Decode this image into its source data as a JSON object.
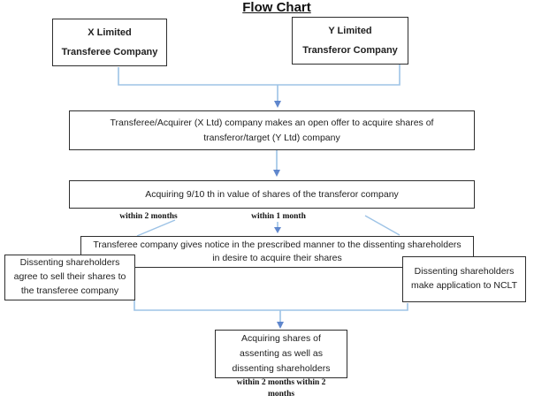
{
  "title": "Flow Chart",
  "colors": {
    "connector_line": "#9dc3e6",
    "arrowhead": "#4472c4",
    "box_border": "#2e2e2e",
    "text": "#212121"
  },
  "nodes": {
    "transferee": {
      "line1": "X Limited",
      "line2": "Transferee Company"
    },
    "transferor": {
      "line1": "Y Limited",
      "line2": "Transferor Company"
    },
    "offer": {
      "line1": "Transferee/Acquirer (X Ltd) company makes an open offer to acquire shares of",
      "line2": "transferor/target (Y Ltd) company"
    },
    "acquiring": {
      "line1": "Acquiring 9/10 th in value of shares of the transferor company"
    },
    "notice": {
      "line1": "Transferee company gives notice in the prescribed manner to the dissenting shareholders",
      "line2": "in desire to acquire their shares"
    },
    "agree": {
      "line1": "Dissenting shareholders",
      "line2": "agree to sell their shares to",
      "line3": "the transferee company"
    },
    "nclt": {
      "line1": "Dissenting shareholders",
      "line2": "make application to NCLT"
    },
    "final": {
      "line1": "Acquiring shares of",
      "line2": "assenting as well as",
      "line3": "dissenting shareholders"
    }
  },
  "labels": {
    "within_2_months": "within 2 months",
    "within_1_month": "within 1 month",
    "final_caption_line1": "within 2 months within 2",
    "final_caption_line2": "months"
  }
}
